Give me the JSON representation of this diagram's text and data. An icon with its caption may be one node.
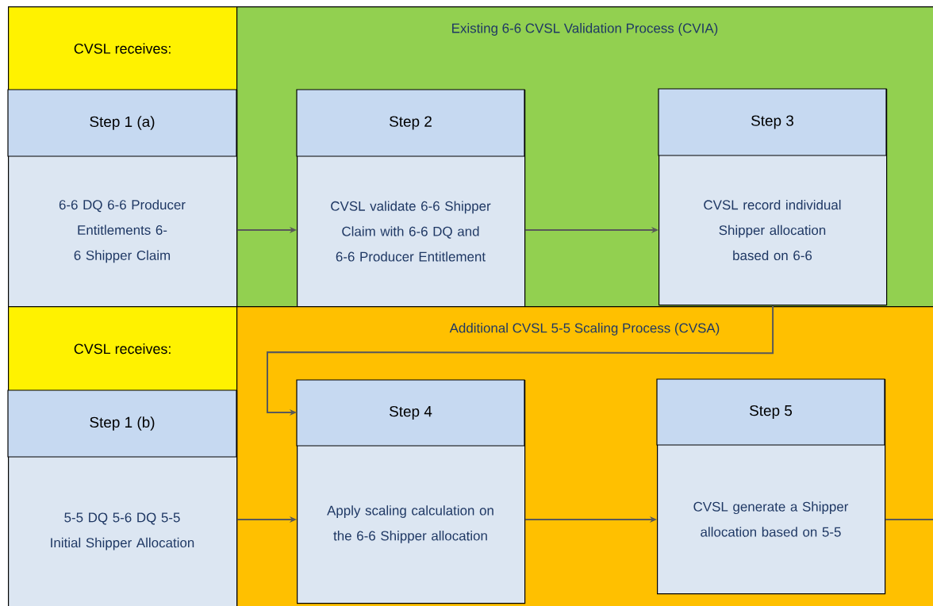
{
  "diagram": {
    "nodes": [
      {
        "text": [
          "CVSL receives:"
        ]
      },
      {
        "text": [
          "Existing 6-6 CVSL Validation Process (CVIA)"
        ]
      },
      {
        "text": [
          "Step 1 (a)",
          "6-6 DQ 6-6 Producer Entitlements 6-6 Shipper Claim"
        ]
      },
      {
        "text": [
          "Step 2",
          "CVSL validate 6-6 Shipper Claim with 6-6 DQ and 6-6 Producer Entitlement"
        ],
        "in": 1
      },
      {
        "text": [
          "Step 3",
          "CVSL record individual Shipper allocation based on 6-6"
        ],
        "in": 1
      },
      {
        "text": [
          "CVSL receives:"
        ]
      },
      {
        "text": [
          "Additional CVSL 5-5 Scaling Process (CVSA)"
        ]
      },
      {
        "text": [
          "Step 1 (b)",
          "5-5 DQ 5-6 DQ 5-5 Initial Shipper Allocation"
        ]
      },
      {
        "text": [
          "Step 4",
          "Apply scaling calculation on the 6-6 Shipper allocation"
        ],
        "in": 6
      },
      {
        "text": [
          "Step 5",
          "CVSL generate a Shipper allocation based on 5-5"
        ],
        "in": 6
      }
    ],
    "edges": [
      {
        "from": 2,
        "to": 3,
        "arrow": "to"
      },
      {
        "from": 3,
        "to": 4,
        "arrow": "to"
      },
      {
        "from": 4,
        "to": 8,
        "arrow": "to"
      },
      {
        "from": 7,
        "to": 8,
        "arrow": "to"
      },
      {
        "from": 8,
        "to": 9,
        "arrow": "to"
      },
      {
        "from": 9,
        "to": null,
        "arrow": "none"
      }
    ]
  }
}
